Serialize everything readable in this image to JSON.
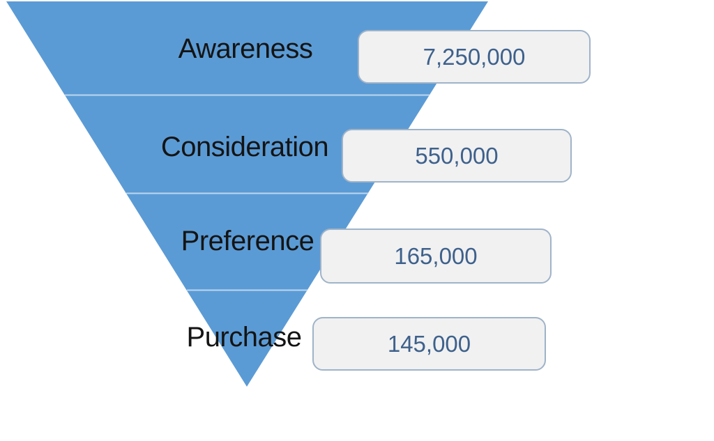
{
  "chart_data": {
    "type": "funnel",
    "orientation": "inverted-pyramid",
    "categories": [
      "Awareness",
      "Consideration",
      "Preference",
      "Purchase"
    ],
    "values": [
      7250000,
      550000,
      165000,
      145000
    ],
    "value_labels": [
      "7,250,000",
      "550,000",
      "165,000",
      "145,000"
    ],
    "legend": false,
    "gridlines": false,
    "layout_hint": "stage labels inside blue inverted triangle, value callout boxes to the right of each stage"
  },
  "colors": {
    "background": "#FFFFFF",
    "funnel_blue": "#5B9BD5",
    "divider_line": "#BDD7EE",
    "box_fill": "#F1F1F2",
    "box_border": "#9FB3C8",
    "value_text": "#3E618B",
    "label_text": "#141414"
  }
}
